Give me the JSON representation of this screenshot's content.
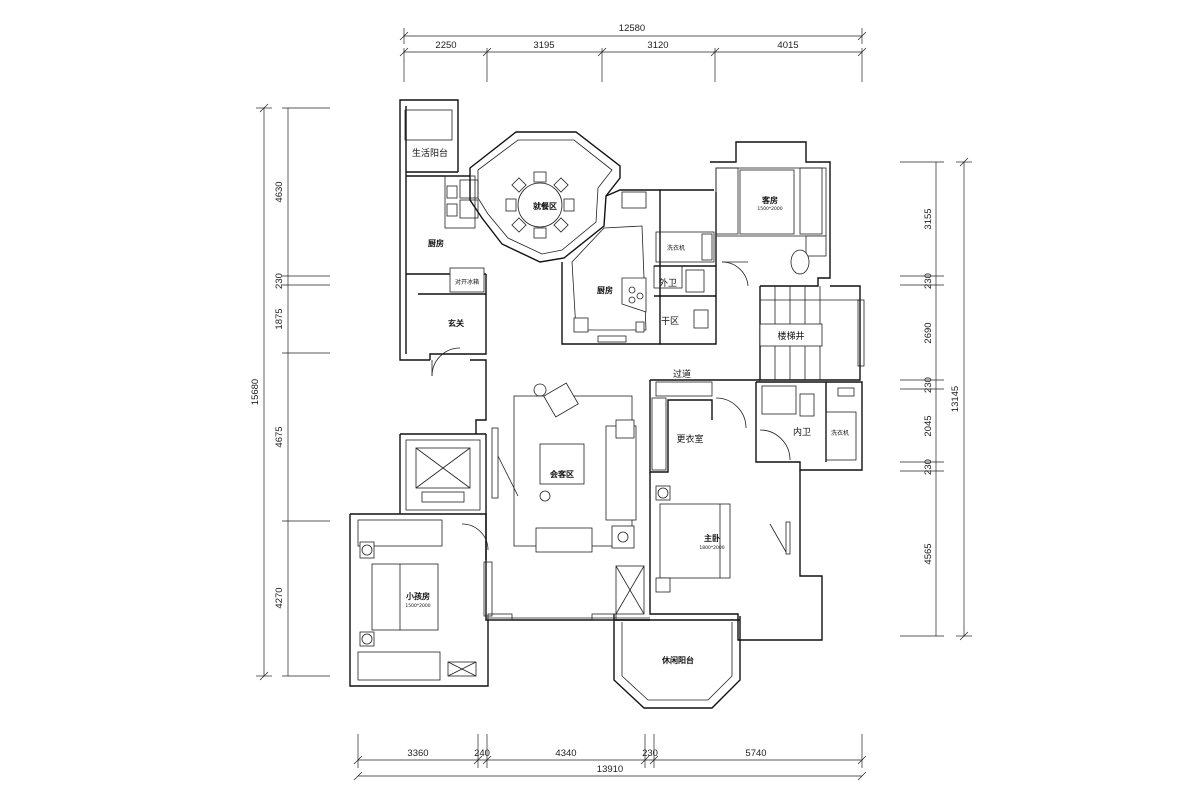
{
  "dimensions": {
    "top_total": "12580",
    "top": [
      "2250",
      "3195",
      "3120",
      "4015"
    ],
    "bottom_total": "13910",
    "bottom": [
      "3360",
      "240",
      "4340",
      "230",
      "5740"
    ],
    "left_total": "15680",
    "left": [
      "4630",
      "230",
      "1875",
      "4675",
      "4270"
    ],
    "right_total": "13145",
    "right": [
      "3155",
      "230",
      "2690",
      "230",
      "2045",
      "230",
      "4565"
    ]
  },
  "rooms": {
    "utility_balcony": "生活阳台",
    "dining_area": "就餐区",
    "kitchen_west": "厨房",
    "fridge": "对开冰箱",
    "kitchen": "厨房",
    "bedroom_ne": "客房",
    "bedroom_ne_sub": "1500*2000",
    "washer_n": "洗衣机",
    "ext_bath": "外卫",
    "dry_area": "干区",
    "foyer": "玄关",
    "stair": "楼梯井",
    "corridor": "过道",
    "int_bath": "内卫",
    "washer_s": "洗衣机",
    "closet": "更衣室",
    "living": "会客区",
    "master": "主卧",
    "master_sub": "1800*2000",
    "kids": "小孩房",
    "kids_sub": "1500*2000",
    "leisure_balcony": "休闲阳台"
  }
}
